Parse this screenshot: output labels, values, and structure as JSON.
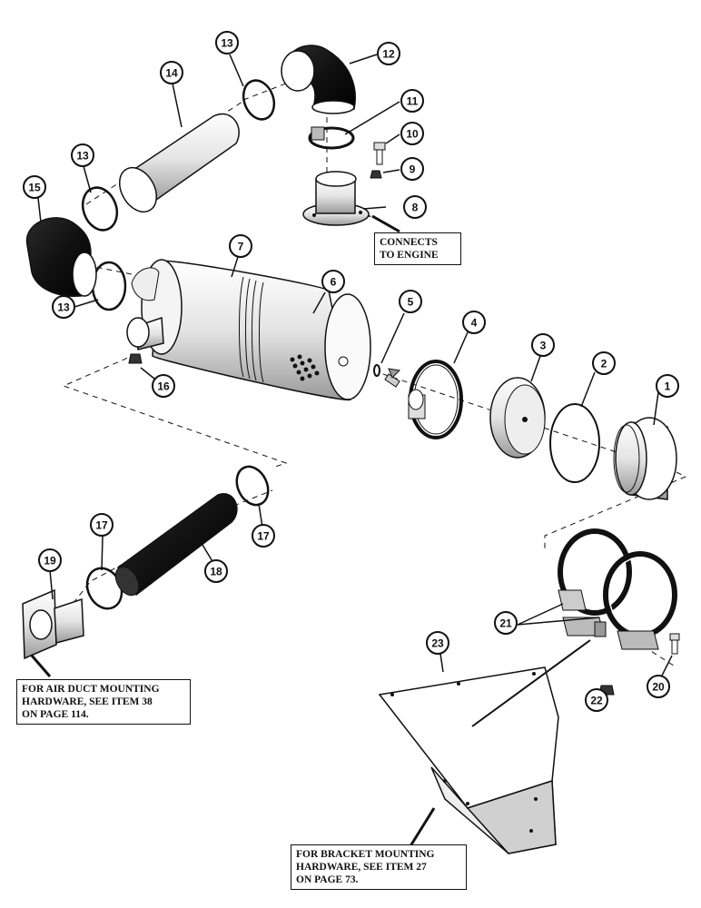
{
  "notes": {
    "engine": "CONNECTS\nTO ENGINE",
    "air_duct": "FOR AIR DUCT MOUNTING\nHARDWARE, SEE ITEM 38\nON PAGE 114.",
    "bracket": "FOR BRACKET MOUNTING\nHARDWARE, SEE ITEM 27\nON PAGE 73."
  },
  "callouts": [
    "1",
    "2",
    "3",
    "4",
    "5",
    "6",
    "7",
    "8",
    "9",
    "10",
    "11",
    "12",
    "13",
    "13",
    "13",
    "14",
    "15",
    "16",
    "17",
    "17",
    "18",
    "19",
    "20",
    "21",
    "22",
    "23"
  ]
}
